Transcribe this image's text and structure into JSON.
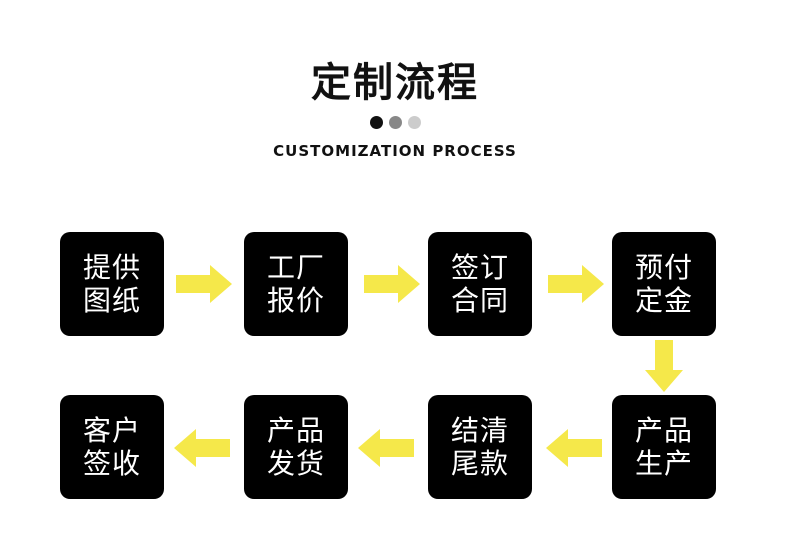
{
  "title": "定制流程",
  "subtitle": "CUSTOMIZATION PROCESS",
  "dots": [
    "#111111",
    "#888888",
    "#cccccc"
  ],
  "colors": {
    "box": "#000000",
    "box_text": "#ffffff",
    "arrow": "#f5e84a"
  },
  "steps": [
    {
      "line1": "提供",
      "line2": "图纸"
    },
    {
      "line1": "工厂",
      "line2": "报价"
    },
    {
      "line1": "签订",
      "line2": "合同"
    },
    {
      "line1": "预付",
      "line2": "定金"
    },
    {
      "line1": "产品",
      "line2": "生产"
    },
    {
      "line1": "结清",
      "line2": "尾款"
    },
    {
      "line1": "产品",
      "line2": "发货"
    },
    {
      "line1": "客户",
      "line2": "签收"
    }
  ]
}
